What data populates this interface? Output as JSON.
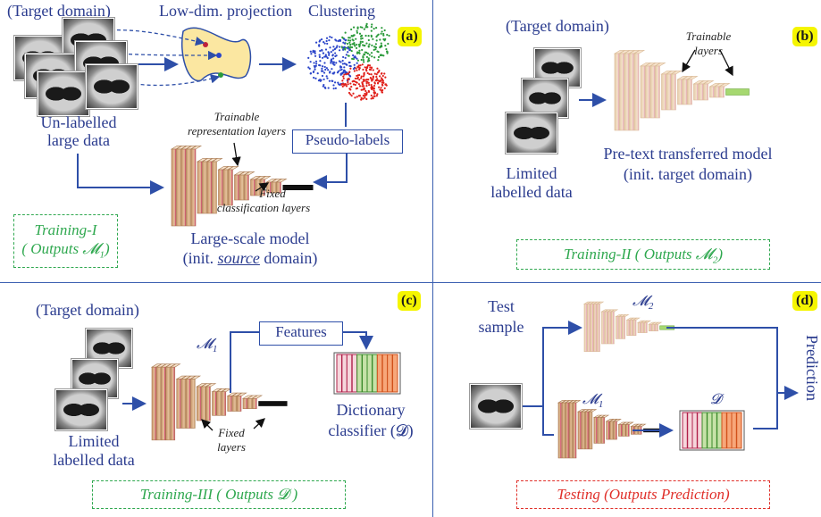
{
  "panel_a": {
    "badge": "(a)",
    "target_domain": "(Target domain)",
    "low_dim": "Low-dim. projection",
    "clustering": "Clustering",
    "unlabelled_line1": "Un-labelled",
    "unlabelled_line2": "large data",
    "trainable_line1": "Trainable",
    "trainable_line2": "representation layers",
    "pseudo_labels": "Pseudo-labels",
    "fixed_line1": "Fixed",
    "fixed_line2": "classification layers",
    "model_line1": "Large-scale model",
    "model_line2_prefix": "(init. ",
    "model_line2_source": "source",
    "model_line2_suffix": " domain)",
    "training_line1": "Training-I",
    "training_line2": "( Outputs 𝓜",
    "training_sub": "1",
    "training_close": ")"
  },
  "panel_b": {
    "badge": "(b)",
    "target_domain": "(Target domain)",
    "trainable_line1": "Trainable",
    "trainable_line2": "layers",
    "limited_line1": "Limited",
    "limited_line2": "labelled data",
    "model_line1": "Pre-text transferred model",
    "model_line2": "(init. target domain)",
    "training": "Training-II ( Outputs 𝓜",
    "training_sub": "2",
    "training_close": ")"
  },
  "panel_c": {
    "badge": "(c)",
    "target_domain": "(Target domain)",
    "m1": "𝓜",
    "m1_sub": "1",
    "features": "Features",
    "fixed_line1": "Fixed",
    "fixed_line2": "layers",
    "limited_line1": "Limited",
    "limited_line2": "labelled data",
    "dict_line1": "Dictionary",
    "dict_line2": "classifier (𝓓)",
    "training": "Training-III ( Outputs 𝓓 )"
  },
  "panel_d": {
    "badge": "(d)",
    "test_line1": "Test",
    "test_line2": "sample",
    "m2": "𝓜",
    "m2_sub": "2",
    "m1": "𝓜",
    "m1_sub": "1",
    "d": "𝓓",
    "prediction": "Prediction",
    "testing": "Testing (Outputs Prediction)"
  },
  "colors": {
    "text_blue": "#2b3c8f",
    "train_green": "#2fa84f",
    "test_red": "#e0302a",
    "badge_yellow": "#f5f500",
    "arrow_blue": "#2e4fa8",
    "cluster_red": "#e0201a",
    "cluster_green": "#2a9a3a",
    "cluster_blue": "#2b45c9"
  }
}
